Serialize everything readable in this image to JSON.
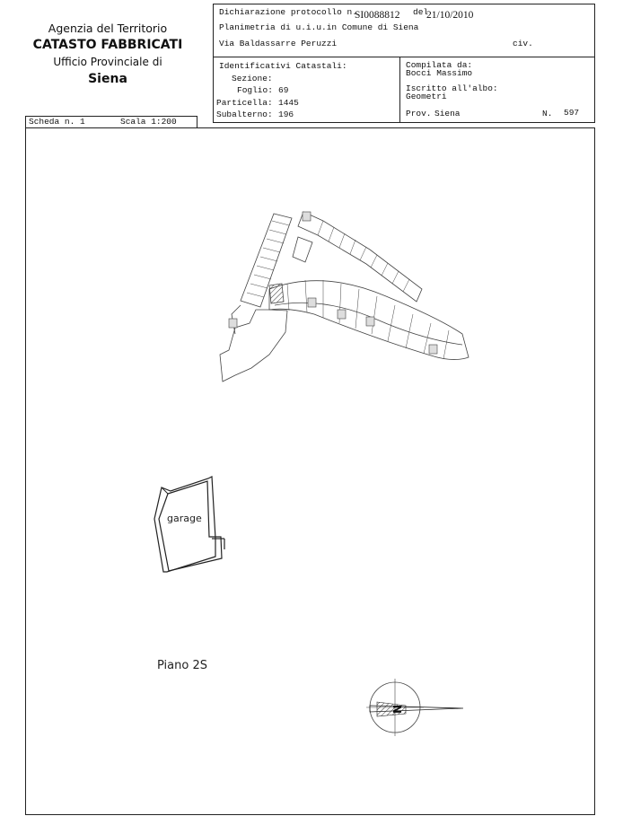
{
  "office": {
    "agency": "Agenzia del Territorio",
    "catasto": "CATASTO FABBRICATI",
    "ufficio": "Ufficio Provinciale di",
    "city": "Siena"
  },
  "header": {
    "dichiarazione_label": "Dichiarazione protocollo n.",
    "protocollo": "SI0088812",
    "del_label": "del",
    "date": "21/10/2010",
    "planimetria": "Planimetria di u.i.u.in Comune di Siena",
    "via": "Via Baldassarre Peruzzi",
    "civ_label": "civ."
  },
  "identificativi": {
    "title": "Identificativi Catastali:",
    "sezione_label": "Sezione:",
    "foglio_label": "Foglio:",
    "foglio": "69",
    "particella_label": "Particella:",
    "particella": "1445",
    "subalterno_label": "Subalterno:",
    "subalterno": "196"
  },
  "compilata": {
    "label": "Compilata da:",
    "name": "Bocci Massimo",
    "iscritto_label": "Iscritto all'albo:",
    "albo": "Geometri",
    "prov_label": "Prov.",
    "prov": "Siena",
    "n_label": "N.",
    "n": "597"
  },
  "scheda": {
    "label": "Scheda n. 1",
    "scale": "Scala 1:200"
  },
  "plan": {
    "room_label": "garage",
    "floor_label": "Piano 2S",
    "north_label": "N"
  }
}
